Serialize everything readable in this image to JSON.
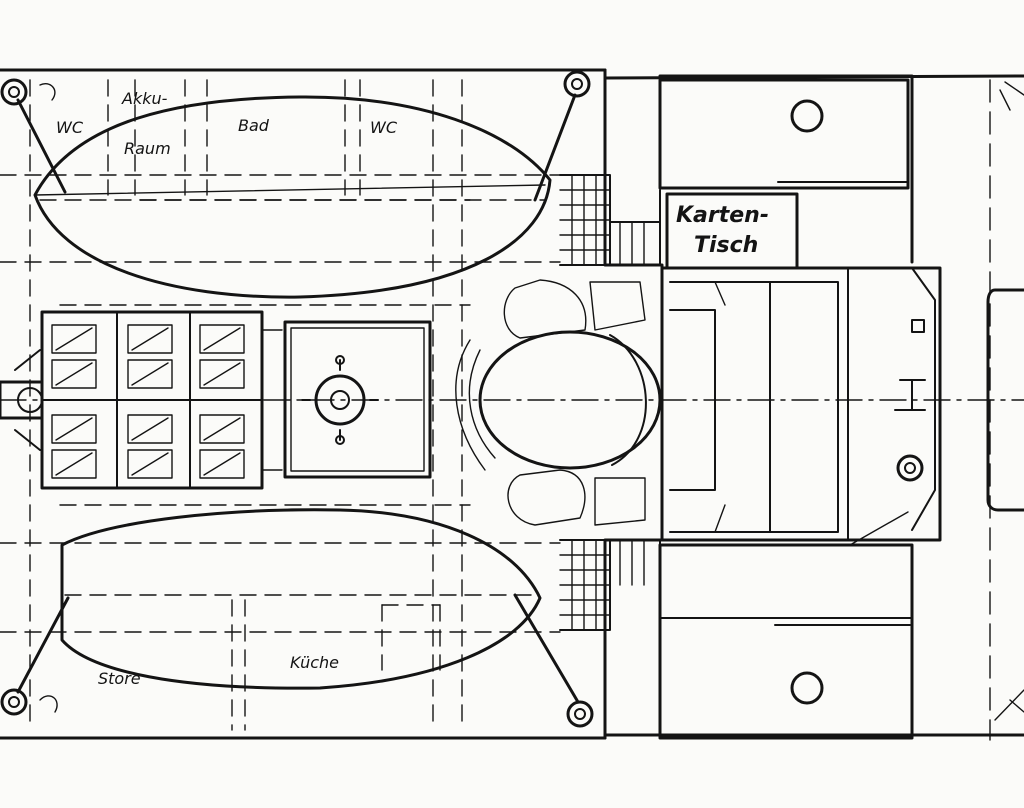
{
  "plan": {
    "labels": {
      "wc_left": "WC",
      "akku": "Akku-",
      "raum": "Raum",
      "bad": "Bad",
      "wc_right": "WC",
      "karten": "Karten-",
      "tisch": "Tisch",
      "store": "Store",
      "kuche": "Küche"
    }
  }
}
